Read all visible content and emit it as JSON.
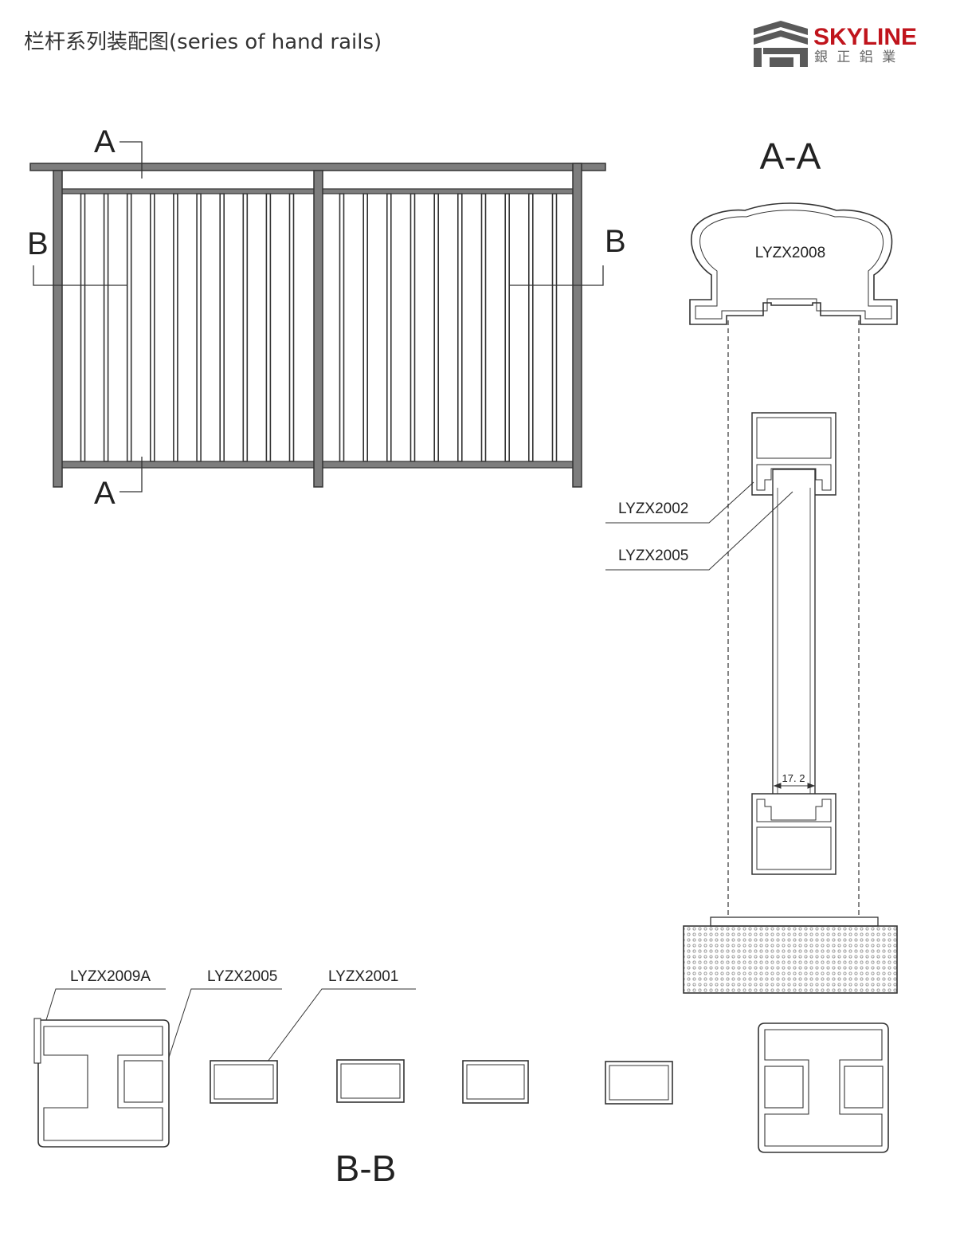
{
  "title": "栏杆系列装配图(series of hand rails)",
  "brand": {
    "name": "SKYLINE",
    "subtitle": "銀 正 鋁 業",
    "color": "#c0141c",
    "logo_color": "#555555"
  },
  "elevation": {
    "section_a": "A",
    "section_b": "B"
  },
  "section_aa": {
    "title": "A-A",
    "top_rail_part": "LYZX2008",
    "part_1": "LYZX2002",
    "part_2": "LYZX2005",
    "dimension": "17. 2"
  },
  "section_bb": {
    "title": "B-B",
    "part_1": "LYZX2009A",
    "part_2": "LYZX2005",
    "part_3": "LYZX2001"
  },
  "colors": {
    "frame_fill": "#7d7d7d",
    "line": "#333333",
    "base_fill": "#e8e8e8"
  }
}
